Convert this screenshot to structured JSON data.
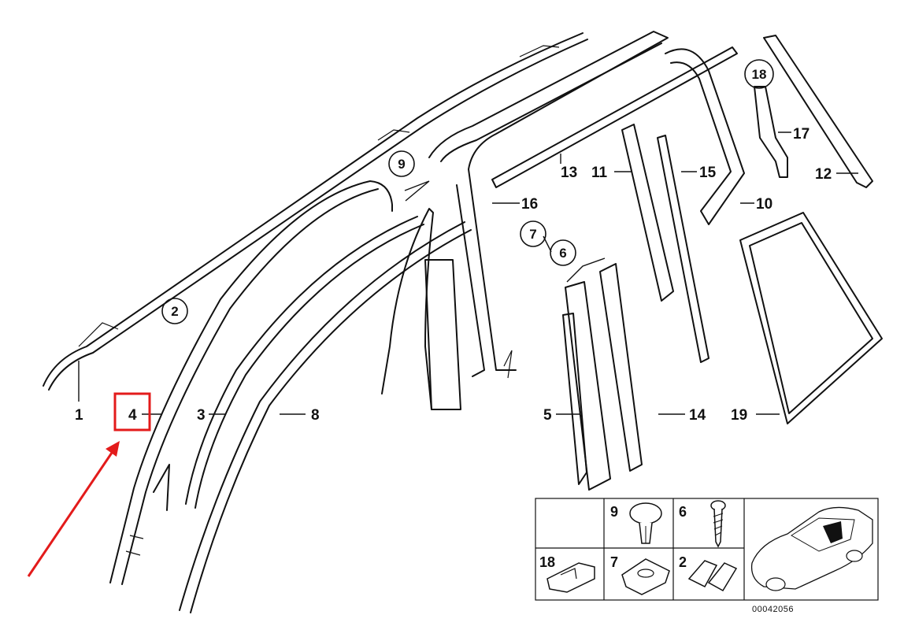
{
  "diagram": {
    "labels": {
      "p1": "1",
      "p2": "2",
      "p3": "3",
      "p4": "4",
      "p5": "5",
      "p6": "6",
      "p7": "7",
      "p8": "8",
      "p9": "9",
      "p10": "10",
      "p11": "11",
      "p12": "12",
      "p13": "13",
      "p14": "14",
      "p15": "15",
      "p16": "16",
      "p17": "17",
      "p18": "18",
      "p19": "19"
    },
    "table": {
      "c9": "9",
      "c6": "6",
      "c18": "18",
      "c7": "7",
      "c2": "2"
    },
    "reference_number": "00042056",
    "highlight": {
      "target_label": "4",
      "color": "#e31b1b"
    }
  }
}
